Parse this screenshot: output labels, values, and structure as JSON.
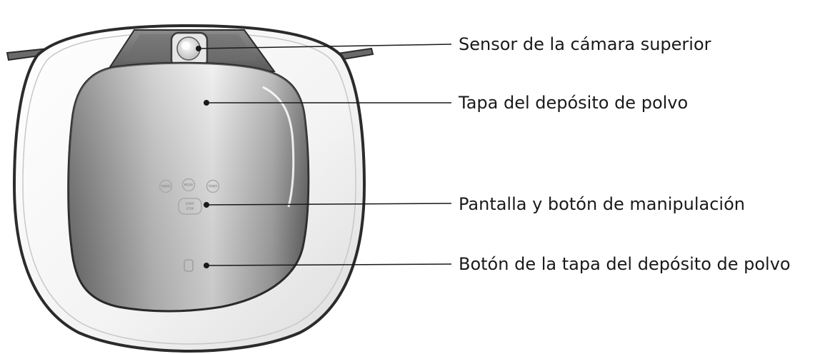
{
  "callouts": [
    {
      "label": "Sensor de la cámara superior"
    },
    {
      "label": "Tapa del depósito de polvo"
    },
    {
      "label": "Pantalla y botón de manipulación"
    },
    {
      "label": "Botón de la tapa del depósito de polvo"
    }
  ],
  "panel_buttons": {
    "left": "TURBO",
    "middle": "MODE",
    "right": "TIMER",
    "start_top": "START",
    "start_bottom": "STOP"
  },
  "colors": {
    "body_outline": "#2b2b2b",
    "body_fill": "#f7f7f7",
    "lid_dark": "#6e6e6e",
    "lid_light": "#e6e6e6",
    "line": "#1a1a1a",
    "text": "#1a1a1a"
  }
}
